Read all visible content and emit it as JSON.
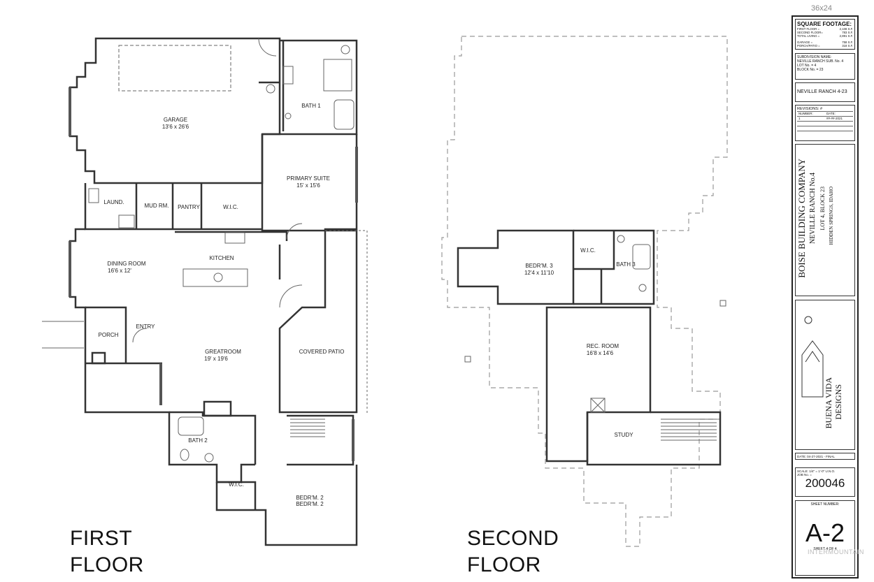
{
  "sheet_size": "36x24",
  "first_floor": {
    "title_line1": "FIRST",
    "title_line2": "FLOOR",
    "rooms": {
      "garage": "GARAGE",
      "garage_dim": "13'6 x 26'6",
      "bath1": "BATH 1",
      "primary_suite": "PRIMARY SUITE",
      "primary_suite_dim": "15' x 15'6",
      "laundry": "LAUND.",
      "mud_room": "MUD RM.",
      "pantry": "PANTRY",
      "wic1": "W.I.C.",
      "kitchen": "KITCHEN",
      "dining_room": "DINING ROOM",
      "dining_room_dim": "16'6 x 12'",
      "entry": "ENTRY",
      "porch": "PORCH",
      "greatroom": "GREATROOM",
      "greatroom_dim": "19' x 19'6",
      "covered_patio": "COVERED PATIO",
      "bath2": "BATH 2",
      "wic2": "W.I.C.",
      "bedroom2_line1": "BEDR'M. 2",
      "bedroom2_line2": "BEDR'M. 2"
    }
  },
  "second_floor": {
    "title_line1": "SECOND",
    "title_line2": "FLOOR",
    "rooms": {
      "bedroom3": "BEDR'M. 3",
      "bedroom3_dim": "12'4 x 11'10",
      "wic": "W.I.C.",
      "bath3": "BATH 3",
      "rec_room": "REC. ROOM",
      "rec_room_dim": "16'8 x 14'6",
      "study": "STUDY"
    }
  },
  "title_block": {
    "square_footage": {
      "title": "SQUARE FOOTAGE:",
      "rows": [
        {
          "label": "FIRST FLOOR =",
          "value": "2,108 S.F."
        },
        {
          "label": "SECOND FLOOR=",
          "value": "783 S.F."
        },
        {
          "label": "TOTAL LIVING =",
          "value": "2,891 S.F."
        },
        {
          "label": "GARAGE =",
          "value": "758 S.F."
        },
        {
          "label": "PORCH/PATIO =",
          "value": "318 S.F."
        }
      ]
    },
    "subdivision": {
      "line1": "SUBDIVISION NAME:",
      "line2": "NEVILLE RANCH SUB. No. 4",
      "line3": "LOT No. = 4",
      "line4": "BLOCK No. = 23"
    },
    "project": "NEVILLE RANCH 4-23",
    "revisions": {
      "title": "REVISIONS: #",
      "number_header": "NUMBER:",
      "date_header": "DATE:",
      "number": "1",
      "date": "##-##-2021"
    },
    "company": {
      "line1": "BOISE BUILDING COMPANY",
      "line2": "NEVILLE RANCH No.4",
      "line3": "LOT 4, BLOCK 23",
      "line4": "HIDDEN SPRINGS, IDAHO"
    },
    "designer": {
      "line1": "BUENA VIDA",
      "line2": "DESIGNS"
    },
    "date": "DATE: 04-27-2021 - FINAL",
    "scale": "SCALE: 1/4\" = 1'-0\" U.N.O.",
    "job_label": "JOB No. =",
    "job_number": "200046",
    "sheet_label": "SHEET NUMBER:",
    "sheet_number": "A-2",
    "sheet_of": "SHEET 4 OF 4"
  },
  "watermark": "INTERMOUNTAIN"
}
